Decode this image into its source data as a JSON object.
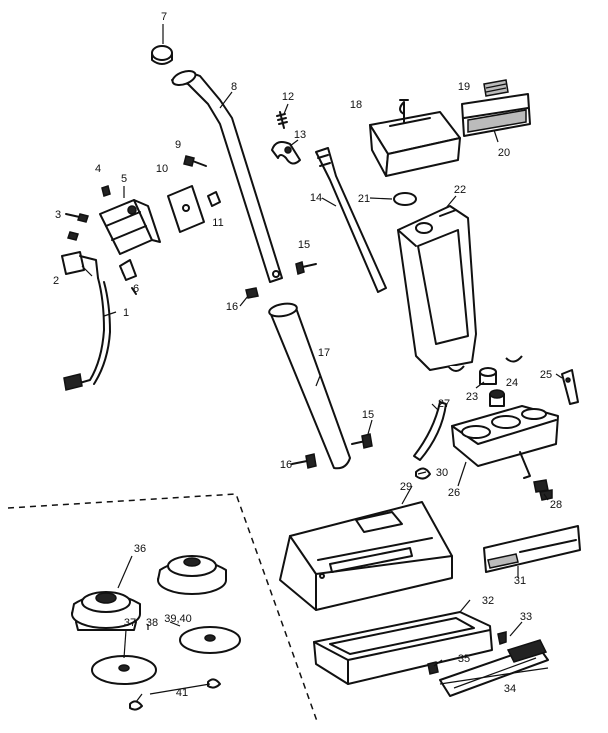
{
  "callouts": {
    "c1": "1",
    "c2": "2",
    "c3": "3",
    "c4": "4",
    "c5": "5",
    "c6": "6",
    "c7": "7",
    "c8": "8",
    "c9": "9",
    "c10": "10",
    "c11": "11",
    "c12": "12",
    "c13": "13",
    "c14": "14",
    "c15": "15",
    "c16": "16",
    "c17": "17",
    "c18": "18",
    "c19": "19",
    "c20": "20",
    "c21": "21",
    "c22": "22",
    "c23": "23",
    "c24": "24",
    "c25": "25",
    "c26": "26",
    "c27": "27",
    "c28": "28",
    "c29": "29",
    "c30": "30",
    "c31": "31",
    "c32": "32",
    "c33": "33",
    "c34": "34",
    "c35": "35",
    "c36": "36",
    "c37": "37",
    "c38": "38",
    "c3940": "39,40",
    "c41": "41"
  }
}
